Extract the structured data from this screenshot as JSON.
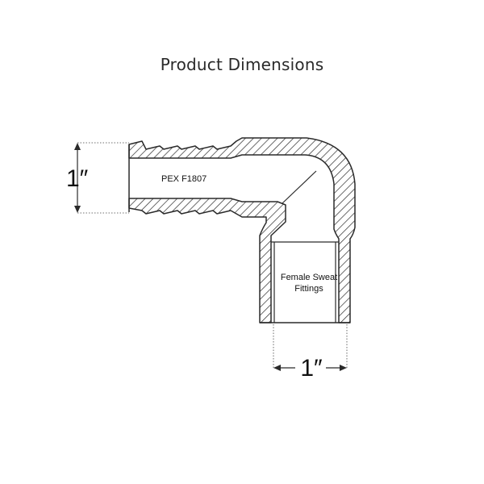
{
  "title": "Product Dimensions",
  "labels": {
    "pex": "PEX F1807",
    "female_line1": "Female Sweat",
    "female_line2": "Fittings"
  },
  "dimensions": {
    "left": "1″",
    "bottom": "1″"
  },
  "colors": {
    "stroke": "#2a2a2a",
    "text": "#111111",
    "background": "#ffffff"
  }
}
